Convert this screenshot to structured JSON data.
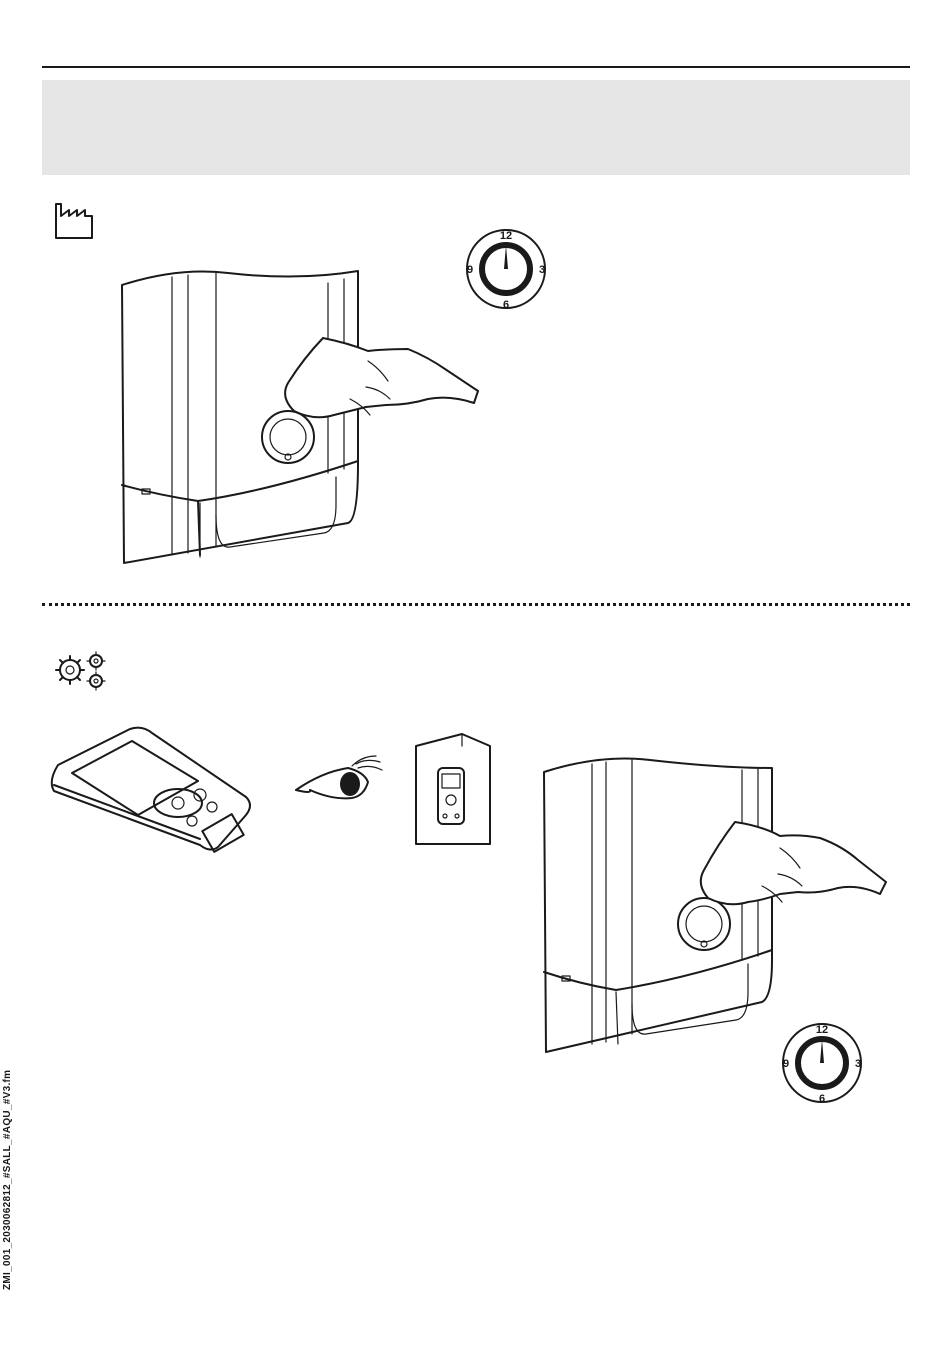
{
  "footer": {
    "file_reference": "ZMI_001_2030062812_#SALL_#AQU_#V3.fm"
  },
  "icons": {
    "factory": "factory-icon",
    "service": "gears-icon",
    "eye": "eye-icon",
    "manual": "booklet-icon",
    "remote": "remote-control-icon"
  },
  "dial_top": {
    "label_12": "12",
    "label_3": "3",
    "label_6": "6",
    "label_9": "9"
  },
  "dial_bottom": {
    "label_12": "12",
    "label_3": "3",
    "label_6": "6",
    "label_9": "9"
  }
}
